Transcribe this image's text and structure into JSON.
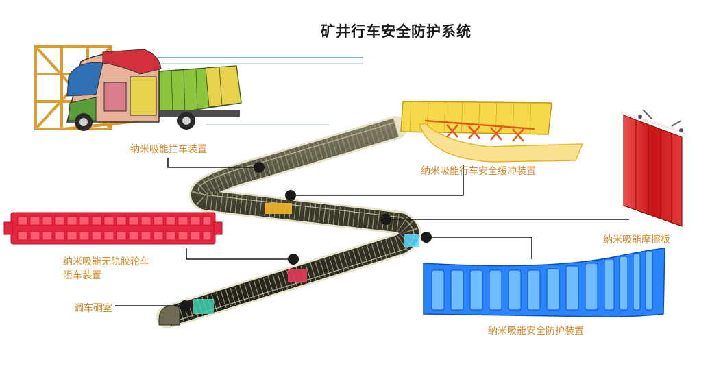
{
  "title": "矿井行车安全防护系统",
  "labels": {
    "truck_barrier": "纳米吸能拦车装置",
    "vehicle_buffer": "纳米吸能行车安全缓冲装置",
    "friction_plate": "纳米吸能摩擦板",
    "trackless_stopper_line1": "纳米吸能无轨胶轮车",
    "trackless_stopper_line2": "阻车装置",
    "shunting_chamber": "调车硐室",
    "safety_device": "纳米吸能安全防护装置"
  },
  "colors": {
    "label": "#d4892a",
    "tunnel": "#3a3a2a",
    "truck_cab": "#d2303a",
    "buffer": "#f0c020",
    "stopper": "#e8253f",
    "friction_plate": "#d01c1c",
    "safety_device": "#1e7bff"
  }
}
